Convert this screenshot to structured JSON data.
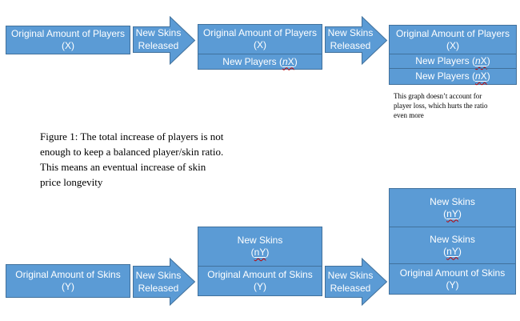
{
  "colors": {
    "shape_fill": "#5B9BD5",
    "shape_border": "#41719C",
    "shape_text": "#FFFFFF",
    "spellcheck": "#C00000",
    "body_text": "#000000",
    "background": "#FFFFFF"
  },
  "arrow_label": {
    "lines": [
      "New Skins",
      "Released"
    ]
  },
  "boxes": {
    "top1": {
      "rows": [
        {
          "lines": [
            [
              {
                "t": "Original Amount of Players"
              }
            ],
            [
              {
                "t": "(X)"
              }
            ]
          ]
        }
      ]
    },
    "top2": {
      "rows": [
        {
          "lines": [
            [
              {
                "t": "Original Amount of Players"
              }
            ],
            [
              {
                "t": "(X)"
              }
            ]
          ]
        },
        {
          "lines": [
            [
              {
                "t": "New Players ("
              },
              {
                "t": "n",
                "italic": true,
                "mark": true
              },
              {
                "t": "X",
                "mark": true
              },
              {
                "t": ")"
              }
            ]
          ]
        }
      ]
    },
    "top3": {
      "rows": [
        {
          "lines": [
            [
              {
                "t": "Original Amount of Players"
              }
            ],
            [
              {
                "t": "(X)"
              }
            ]
          ]
        },
        {
          "lines": [
            [
              {
                "t": "New Players ("
              },
              {
                "t": "n",
                "italic": true,
                "mark": true
              },
              {
                "t": "X",
                "mark": true
              },
              {
                "t": ")"
              }
            ]
          ]
        },
        {
          "lines": [
            [
              {
                "t": "New Players ("
              },
              {
                "t": "n",
                "italic": true,
                "mark": true
              },
              {
                "t": "X",
                "mark": true
              },
              {
                "t": ")"
              }
            ]
          ]
        }
      ]
    },
    "bottom1": {
      "rows": [
        {
          "lines": [
            [
              {
                "t": "Original Amount of Skins"
              }
            ],
            [
              {
                "t": "(Y)"
              }
            ]
          ]
        }
      ]
    },
    "bottom2": {
      "rows": [
        {
          "lines": [
            [
              {
                "t": "New Skins"
              }
            ],
            [
              {
                "t": "("
              },
              {
                "t": "nY",
                "mark": true
              },
              {
                "t": ")"
              }
            ]
          ]
        },
        {
          "lines": [
            [
              {
                "t": "Original Amount of Skins"
              }
            ],
            [
              {
                "t": "(Y)"
              }
            ]
          ]
        }
      ]
    },
    "bottom3": {
      "rows": [
        {
          "lines": [
            [
              {
                "t": "New Skins"
              }
            ],
            [
              {
                "t": "("
              },
              {
                "t": "nY",
                "mark": true
              },
              {
                "t": ")"
              }
            ]
          ]
        },
        {
          "lines": [
            [
              {
                "t": "New Skins"
              }
            ],
            [
              {
                "t": "("
              },
              {
                "t": "nY",
                "mark": true
              },
              {
                "t": ")"
              }
            ]
          ]
        },
        {
          "lines": [
            [
              {
                "t": "Original Amount of Skins"
              }
            ],
            [
              {
                "t": "(Y)"
              }
            ]
          ]
        }
      ]
    }
  },
  "caption": {
    "lines": [
      "Figure 1: The total increase of players is not",
      "enough to keep a balanced player/skin ratio.",
      "This means an eventual increase of skin",
      "price longevity"
    ]
  },
  "note": {
    "lines": [
      "This graph doesn’t account for",
      "player loss, which hurts the ratio",
      "even more"
    ]
  }
}
